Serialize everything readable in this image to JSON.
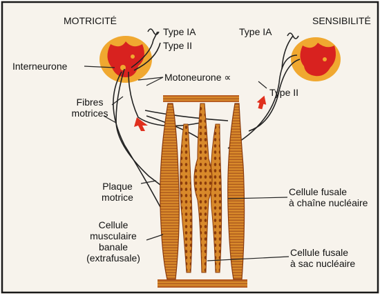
{
  "labels": {
    "motricite": "MOTRICITÉ",
    "sensibilite": "SENSIBILITÉ",
    "type_ia_left": "Type IA",
    "type_ii_left": "Type II",
    "type_ia_right": "Type IA",
    "type_ii_right": "Type II",
    "interneurone": "Interneurone",
    "motoneurone": "Motoneurone ∝",
    "fibres_line1": "Fibres",
    "fibres_line2": "motrices",
    "plaque_line1": "Plaque",
    "plaque_line2": "motrice",
    "cellule_musc_line1": "Cellule",
    "cellule_musc_line2": "musculaire",
    "cellule_musc_line3": "banale",
    "cellule_musc_line4": "(extrafusale)",
    "chaine_line1": "Cellule fusale",
    "chaine_line2": "à chaîne nucléaire",
    "sac_line1": "Cellule fusale",
    "sac_line2": "à sac nucléaire"
  },
  "colors": {
    "spinal_outer": "#f0a830",
    "spinal_inner": "#d8221f",
    "muscle_fill": "#d8892a",
    "muscle_dark": "#8a3b0c",
    "arrow_red": "#e0301e",
    "page_bg": "#f7f3ec",
    "border": "#1a1a1a"
  },
  "icons": {
    "efferent_arrow": "red-down-arrow-icon",
    "afferent_arrow": "red-up-arrow-icon"
  }
}
